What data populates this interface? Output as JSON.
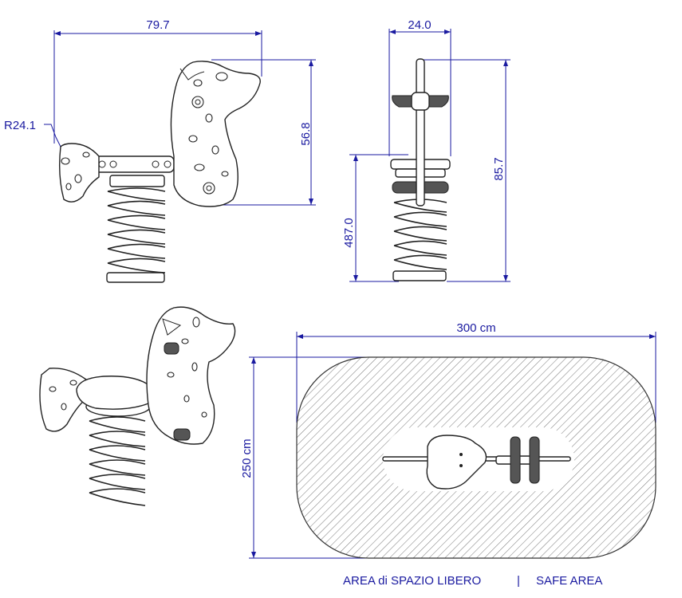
{
  "dimensions": {
    "side_width": "79.7",
    "side_height": "56.8",
    "radius": "R24.1",
    "front_width": "24.0",
    "front_seat_height": "487.0",
    "front_total_height": "85.7",
    "area_width": "300 cm",
    "area_height": "250 cm"
  },
  "caption": {
    "area_it": "AREA di SPAZIO LIBERO",
    "separator": "|",
    "area_en": "SAFE AREA"
  },
  "colors": {
    "dimension": "#1a1aa0",
    "ink": "#222222",
    "hatch": "#777777"
  }
}
